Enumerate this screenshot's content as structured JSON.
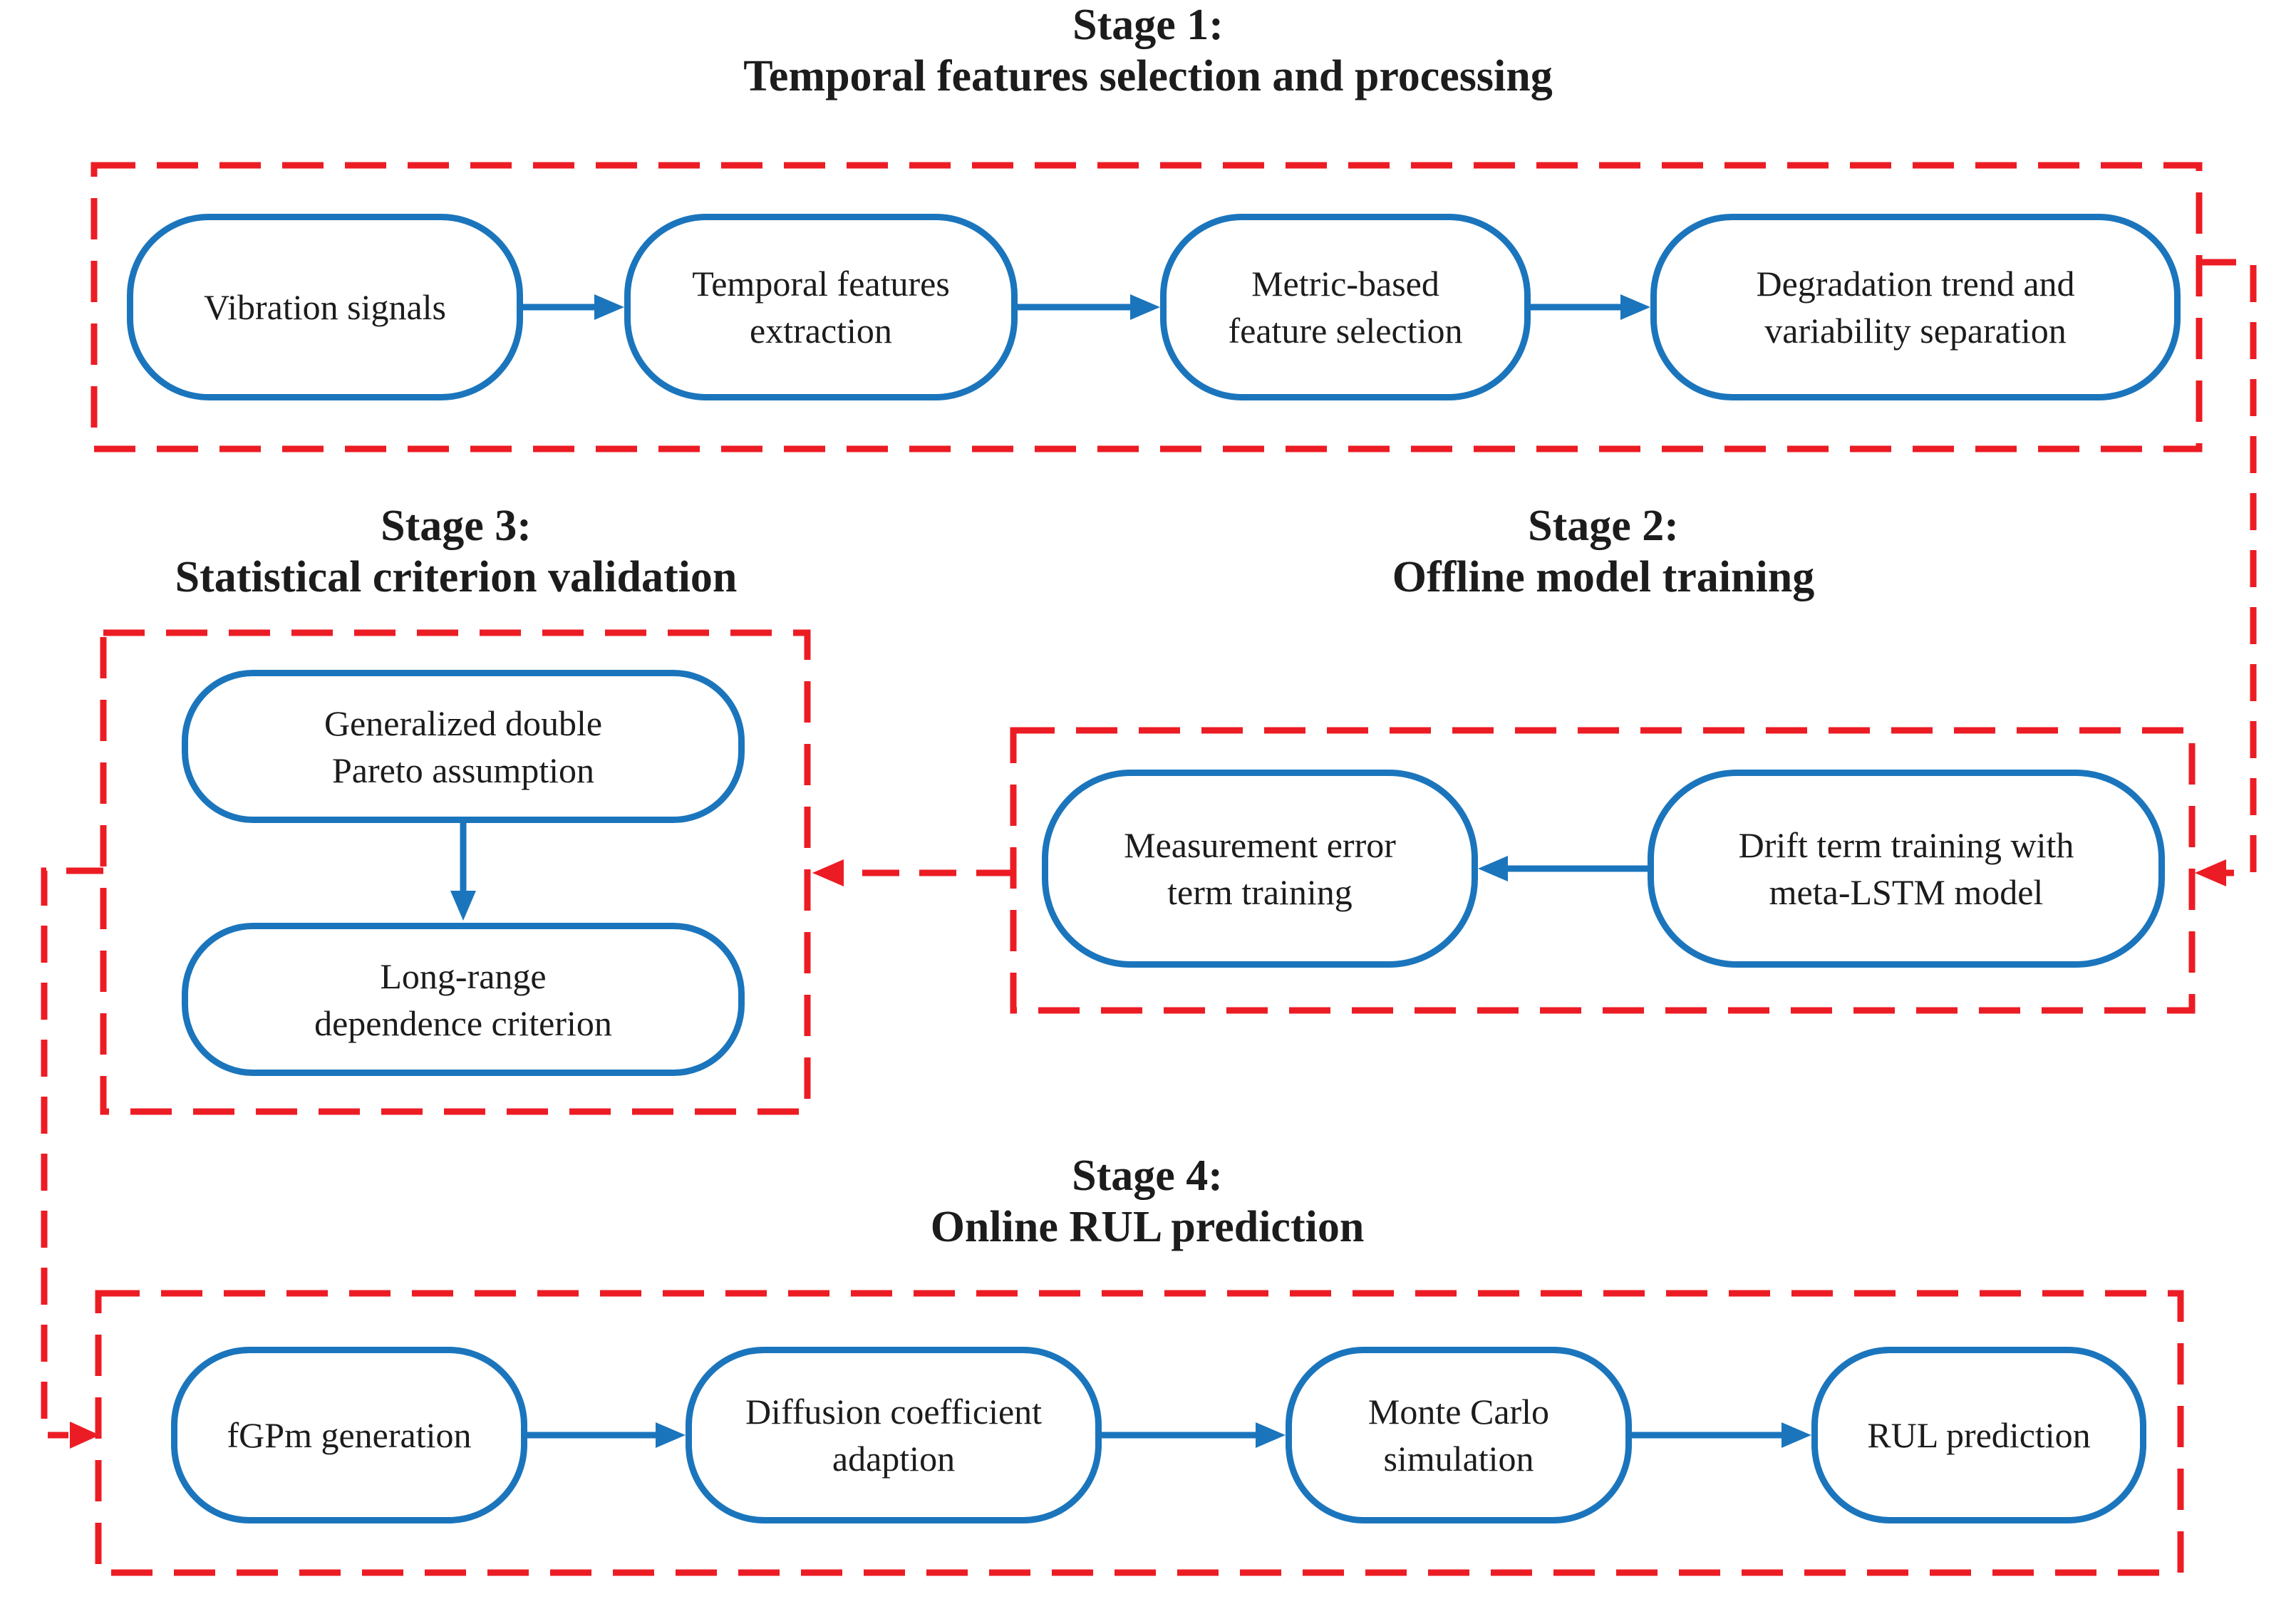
{
  "figure": {
    "type": "flowchart",
    "description": "Four-stage RUL prognostics framework diagram"
  },
  "colors": {
    "node_border_blue": "#1b75bc",
    "arrow_blue": "#1b75bc",
    "dashed_red": "#ec1c24",
    "text_black": "#1c1c1c",
    "background": "#ffffff"
  },
  "stages": [
    {
      "title": [
        "Stage 1:",
        "Temporal features selection and processing"
      ],
      "nodes": [
        {
          "label": [
            "Vibration signals"
          ]
        },
        {
          "label": [
            "Temporal features",
            "extraction"
          ]
        },
        {
          "label": [
            "Metric-based",
            "feature selection"
          ]
        },
        {
          "label": [
            "Degradation trend and",
            "variability separation"
          ]
        }
      ]
    },
    {
      "title": [
        "Stage 2:",
        "Offline model training"
      ],
      "nodes": [
        {
          "label": [
            "Measurement error",
            "term training"
          ]
        },
        {
          "label": [
            "Drift term training with",
            "meta-LSTM model"
          ]
        }
      ]
    },
    {
      "title": [
        "Stage 3:",
        "Statistical criterion validation"
      ],
      "nodes": [
        {
          "label": [
            "Generalized double",
            "Pareto assumption"
          ]
        },
        {
          "label": [
            "Long-range",
            "dependence criterion"
          ]
        }
      ]
    },
    {
      "title": [
        "Stage 4:",
        "Online RUL prediction"
      ],
      "nodes": [
        {
          "label": [
            "fGPm generation"
          ]
        },
        {
          "label": [
            "Diffusion coefficient",
            "adaption"
          ]
        },
        {
          "label": [
            "Monte Carlo",
            "simulation"
          ]
        },
        {
          "label": [
            "RUL prediction"
          ]
        }
      ]
    }
  ],
  "edges": {
    "blue_solid": [
      {
        "from": "Vibration signals",
        "to": "Temporal features extraction"
      },
      {
        "from": "Temporal features extraction",
        "to": "Metric-based feature selection"
      },
      {
        "from": "Metric-based feature selection",
        "to": "Degradation trend and variability separation"
      },
      {
        "from": "Drift term training with meta-LSTM model",
        "to": "Measurement error term training"
      },
      {
        "from": "Generalized double Pareto assumption",
        "to": "Long-range dependence criterion"
      },
      {
        "from": "fGPm generation",
        "to": "Diffusion coefficient adaption"
      },
      {
        "from": "Diffusion coefficient adaption",
        "to": "Monte Carlo simulation"
      },
      {
        "from": "Monte Carlo simulation",
        "to": "RUL prediction"
      }
    ],
    "red_dashed": [
      {
        "from": "Stage 1",
        "to": "Stage 2"
      },
      {
        "from": "Stage 2",
        "to": "Stage 3"
      },
      {
        "from": "Stage 3",
        "to": "Stage 4"
      }
    ]
  }
}
